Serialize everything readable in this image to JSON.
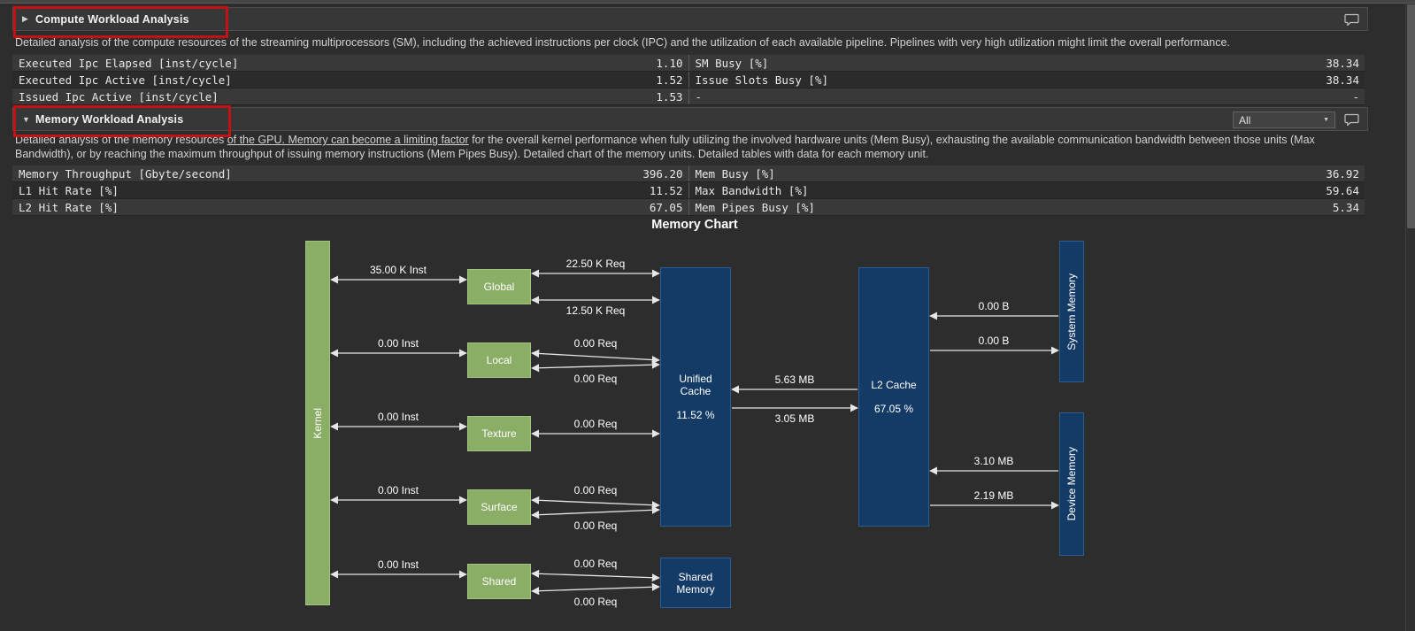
{
  "colors": {
    "background": "#2d2d2d",
    "header_bg": "#373737",
    "row_light": "#393939",
    "row_dark": "#2b2b2b",
    "green_node": "#8bae67",
    "navy_node": "#143b66",
    "annotation_red": "#c41212",
    "arrow": "#e6e6e6"
  },
  "icons": {
    "compute_collapse": "▶",
    "memory_expand": "▼",
    "dropdown_caret": "▼",
    "comment": "speech-bubble"
  },
  "compute_section": {
    "title": "Compute Workload Analysis",
    "description": "Detailed analysis of the compute resources of the streaming multiprocessors (SM), including the achieved instructions per clock (IPC) and the utilization of each available pipeline. Pipelines with very high utilization might limit the overall performance.",
    "rows": [
      {
        "l_label": "Executed Ipc Elapsed [inst/cycle]",
        "l_value": "1.10",
        "r_label": "SM Busy [%]",
        "r_value": "38.34"
      },
      {
        "l_label": "Executed Ipc Active [inst/cycle]",
        "l_value": "1.52",
        "r_label": "Issue Slots Busy [%]",
        "r_value": "38.34"
      },
      {
        "l_label": "Issued Ipc Active [inst/cycle]",
        "l_value": "1.53",
        "r_label": "-",
        "r_value": "-"
      }
    ]
  },
  "memory_section": {
    "title": "Memory Workload Analysis",
    "filter_value": "All",
    "description_prefix": "Detailed analysis of the memory resources ",
    "description_link": "of the GPU. Memory can become a limiting factor",
    "description_suffix": " for the overall kernel performance when fully utilizing the involved hardware units (Mem Busy), exhausting the available communication bandwidth between those units (Max Bandwidth), or by reaching the maximum throughput of issuing memory instructions (Mem Pipes Busy). Detailed chart of the memory units. Detailed tables with data for each memory unit.",
    "rows": [
      {
        "l_label": "Memory Throughput [Gbyte/second]",
        "l_value": "396.20",
        "r_label": "Mem Busy [%]",
        "r_value": "36.92"
      },
      {
        "l_label": "L1 Hit Rate [%]",
        "l_value": "11.52",
        "r_label": "Max Bandwidth [%]",
        "r_value": "59.64"
      },
      {
        "l_label": "L2 Hit Rate [%]",
        "l_value": "67.05",
        "r_label": "Mem Pipes Busy [%]",
        "r_value": "5.34"
      }
    ]
  },
  "memory_chart": {
    "title": "Memory Chart",
    "nodes": {
      "kernel": "Kernel",
      "global": "Global",
      "local": "Local",
      "texture": "Texture",
      "surface": "Surface",
      "shared": "Shared",
      "unified_cache_name": "Unified Cache",
      "unified_cache_value": "11.52 %",
      "shared_memory": "Shared Memory",
      "l2_cache_name": "L2 Cache",
      "l2_cache_value": "67.05 %",
      "system_memory": "System Memory",
      "device_memory": "Device Memory"
    },
    "links": {
      "kernel_global": "35.00 K Inst",
      "kernel_local": "0.00 Inst",
      "kernel_texture": "0.00 Inst",
      "kernel_surface": "0.00 Inst",
      "kernel_shared": "0.00 Inst",
      "global_uc_top": "22.50 K Req",
      "global_uc_bottom": "12.50 K Req",
      "local_uc_top": "0.00 Req",
      "local_uc_bottom": "0.00 Req",
      "texture_uc": "0.00 Req",
      "surface_uc_top": "0.00 Req",
      "surface_uc_bottom": "0.00 Req",
      "shared_smem_top": "0.00 Req",
      "shared_smem_bottom": "0.00 Req",
      "uc_l2_return": "5.63 MB",
      "uc_l2_request": "3.05 MB",
      "l2_sysmem_top": "0.00 B",
      "l2_sysmem_bottom": "0.00 B",
      "l2_devmem_top": "3.10 MB",
      "l2_devmem_bottom": "2.19 MB"
    }
  }
}
